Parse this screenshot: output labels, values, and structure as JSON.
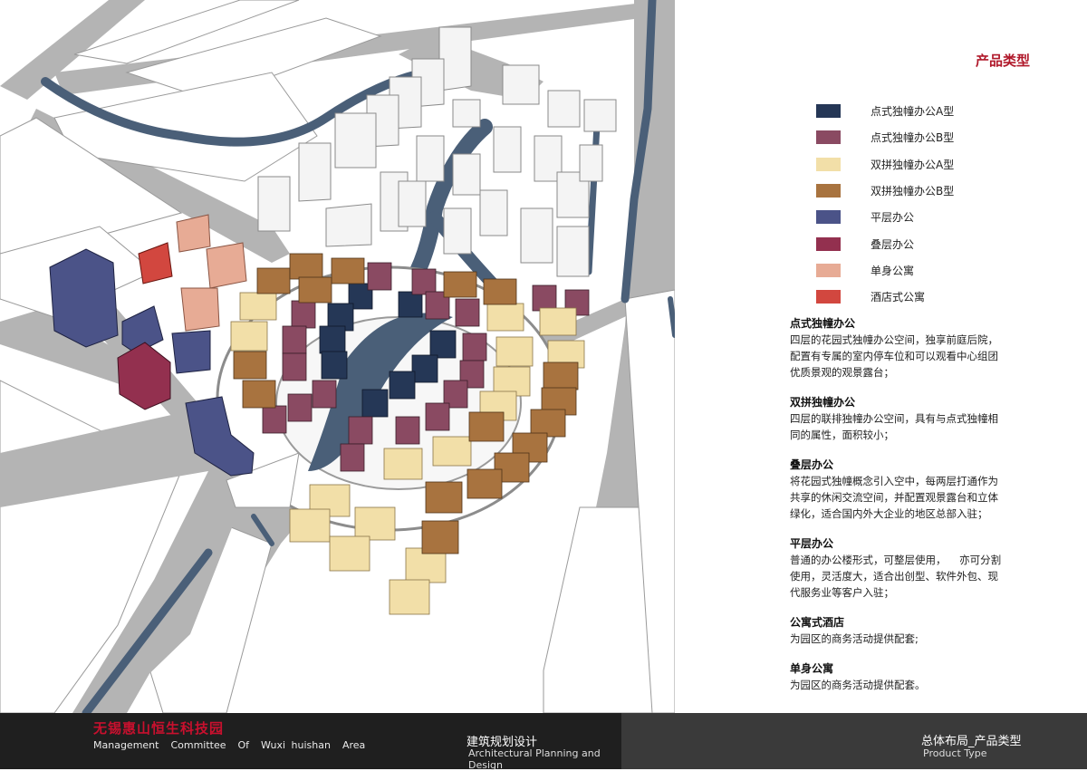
{
  "panel": {
    "title": "产品类型"
  },
  "legend": [
    {
      "label": "点式独幢办公A型",
      "color": "#253756"
    },
    {
      "label": "点式独幢办公B型",
      "color": "#8a4a62"
    },
    {
      "label": "双拼独幢办公A型",
      "color": "#f2dfa8"
    },
    {
      "label": "双拼独幢办公B型",
      "color": "#a8733f"
    },
    {
      "label": "平层办公",
      "color": "#4b5388"
    },
    {
      "label": "叠层办公",
      "color": "#93304f"
    },
    {
      "label": "单身公寓",
      "color": "#e7ab95"
    },
    {
      "label": "酒店式公寓",
      "color": "#d2473f"
    }
  ],
  "descriptions": [
    {
      "title": "点式独幢办公",
      "lines": [
        "四层的花园式独幢办公空间，独享前庭后院，",
        "配置有专属的室内停车位和可以观看中心组团",
        "优质景观的观景露台；"
      ]
    },
    {
      "title": "双拼独幢办公",
      "lines": [
        "四层的联排独幢办公空间，具有与点式独幢相",
        "同的属性，面积较小；"
      ]
    },
    {
      "title": "叠层办公",
      "lines": [
        "将花园式独幢概念引入空中，每两层打通作为",
        "共享的休闲交流空间，并配置观景露台和立体",
        "绿化，适合国内外大企业的地区总部入驻；"
      ]
    },
    {
      "title": "平层办公",
      "lines": [
        "普通的办公楼形式，可整层使用，    亦可分割",
        "使用，灵活度大，适合出创型、软件外包、现",
        "代服务业等客户入驻；"
      ]
    },
    {
      "title": "公寓式酒店",
      "lines": [
        "为园区的商务活动提供配套;"
      ]
    },
    {
      "title": "单身公寓",
      "lines": [
        "为园区的商务活动提供配套。"
      ]
    }
  ],
  "footer": {
    "project_cn": "无锡惠山恒生科技园",
    "project_en": "Management  Committee  Of  Wuxi huishan  Area",
    "section_cn": "建筑规划设计",
    "section_en": "Architectural Planning and Design",
    "page_cn": "总体布局_产品类型",
    "page_en": "Product Type"
  },
  "map_colors": {
    "road": "#b4b4b4",
    "water": "#4a5f78",
    "ground": "#ffffff",
    "white_building": "#f4f4f4"
  }
}
